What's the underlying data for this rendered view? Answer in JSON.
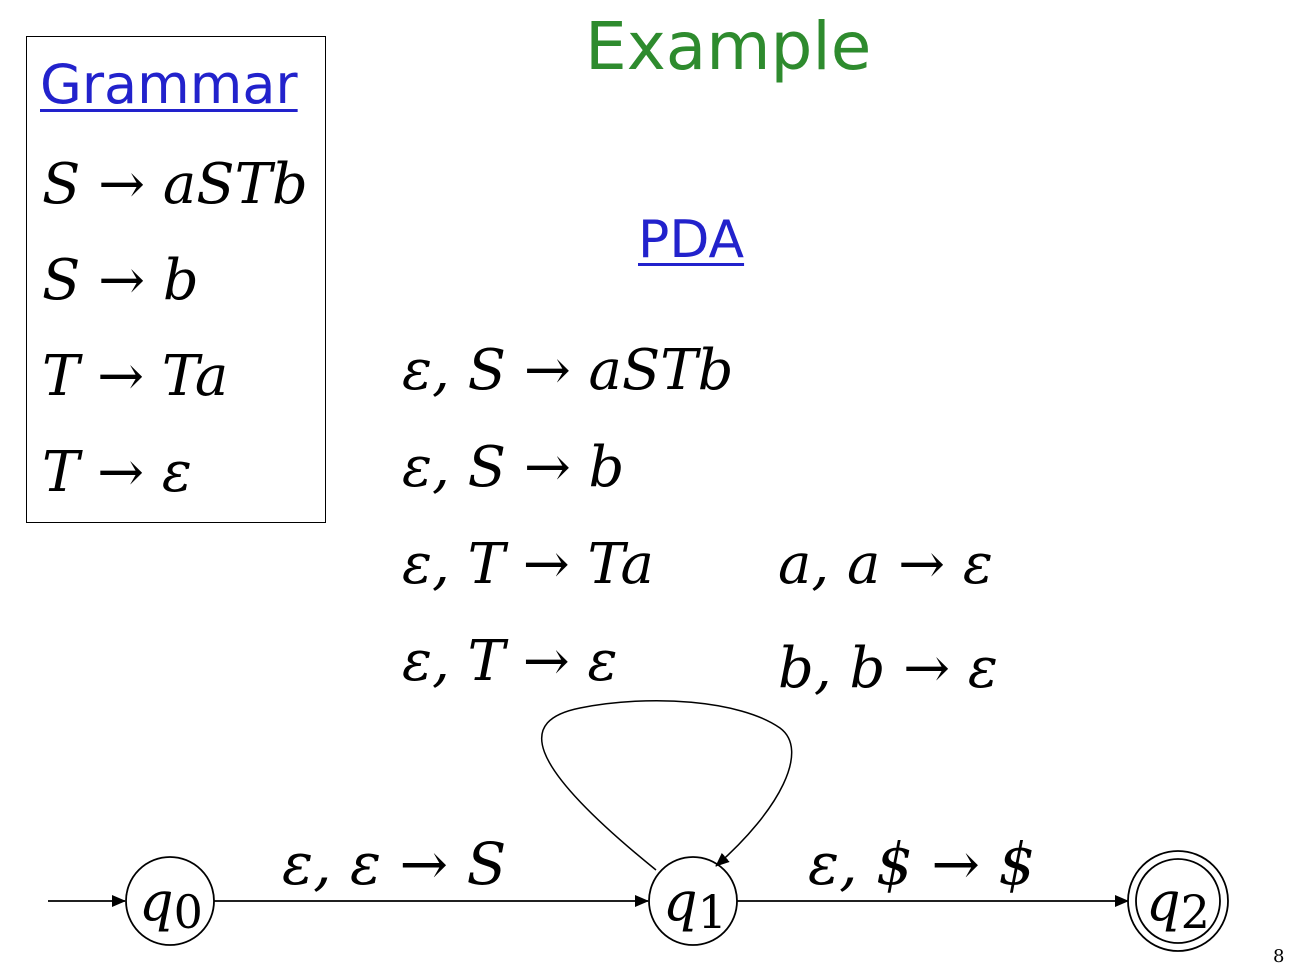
{
  "title": "Example",
  "grammar": {
    "heading": "Grammar",
    "rules": [
      "S → aSTb",
      "S → b",
      "T → Ta",
      "T → ε"
    ]
  },
  "pda": {
    "heading": "PDA",
    "loop_transitions": [
      "ε, S → aSTb",
      "ε, S → b",
      "ε, T → Ta",
      "ε, T → ε"
    ],
    "match_transitions": [
      "a, a → ε",
      "b, b → ε"
    ]
  },
  "diagram": {
    "states": [
      {
        "label": "q",
        "sub": "0",
        "initial": true,
        "accepting": false
      },
      {
        "label": "q",
        "sub": "1",
        "initial": false,
        "accepting": false
      },
      {
        "label": "q",
        "sub": "2",
        "initial": false,
        "accepting": true
      }
    ],
    "edge_q0_q1": "ε, ε → S",
    "edge_q1_q2": "ε, $ → $"
  },
  "page_number": "8"
}
